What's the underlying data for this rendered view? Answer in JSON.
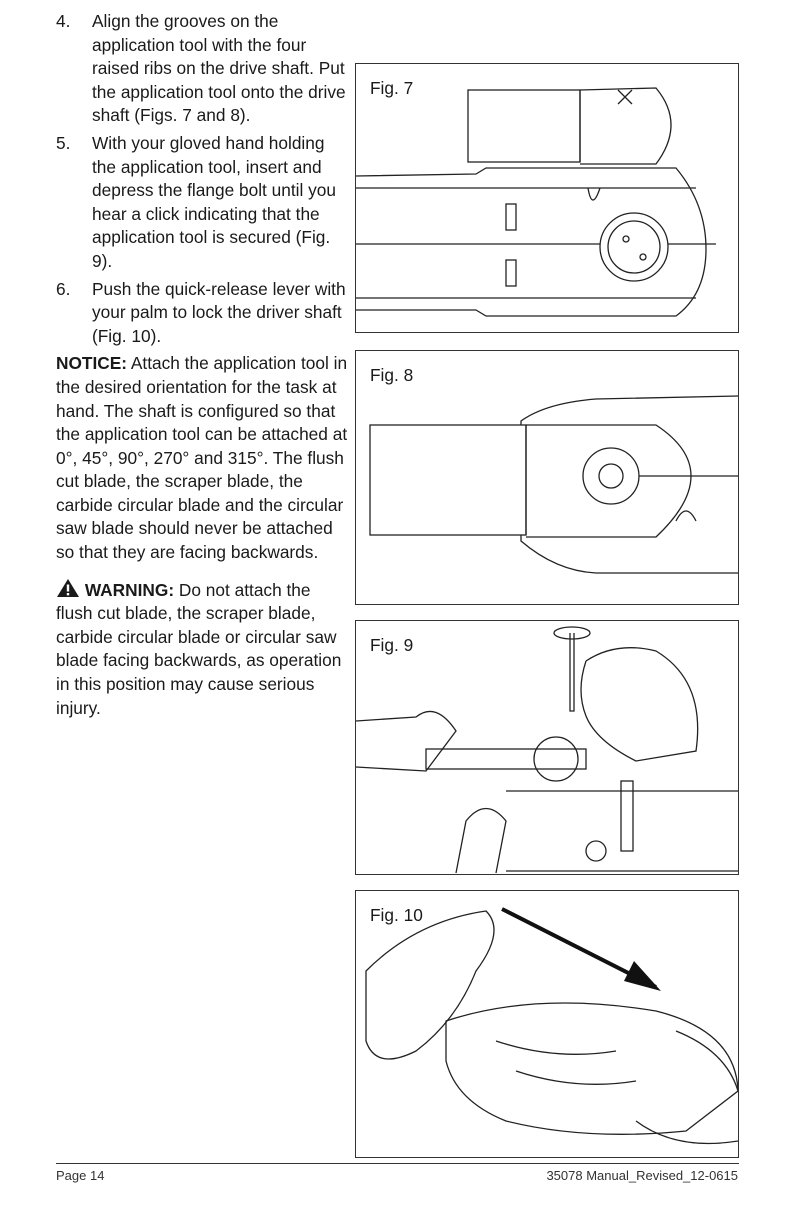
{
  "steps": [
    {
      "number": "4.",
      "text": "Align the grooves on the application tool with the four raised ribs on the drive shaft. Put the application tool onto the drive shaft (Figs. 7 and 8)."
    },
    {
      "number": "5.",
      "text": "With your gloved hand holding the application tool, insert and depress the flange bolt until you hear a click indicating that the application tool is secured (Fig. 9)."
    },
    {
      "number": "6.",
      "text": "Push the quick-release lever with your palm to lock the driver shaft (Fig. 10)."
    }
  ],
  "notice": {
    "label": "NOTICE:",
    "text": " Attach the application tool in the desired orientation for the task at hand. The shaft is configured so that the application tool can be attached at 0°, 45°, 90°, 270° and 315°. The flush cut blade, the scraper blade, the carbide circular blade and the circular saw blade should never be attached so that they are facing backwards."
  },
  "warning": {
    "icon": "warning-triangle-icon",
    "label": "WARNING:",
    "text": " Do not attach the flush cut blade, the scraper blade, carbide circular blade or circular saw blade facing backwards, as operation in this position may cause serious injury."
  },
  "figures": [
    {
      "id": "fig7",
      "label": "Fig. 7"
    },
    {
      "id": "fig8",
      "label": "Fig. 8"
    },
    {
      "id": "fig9",
      "label": "Fig. 9"
    },
    {
      "id": "fig10",
      "label": "Fig. 10"
    }
  ],
  "footer": {
    "page": "Page 14",
    "doc": "35078 Manual_Revised_12-0615"
  }
}
